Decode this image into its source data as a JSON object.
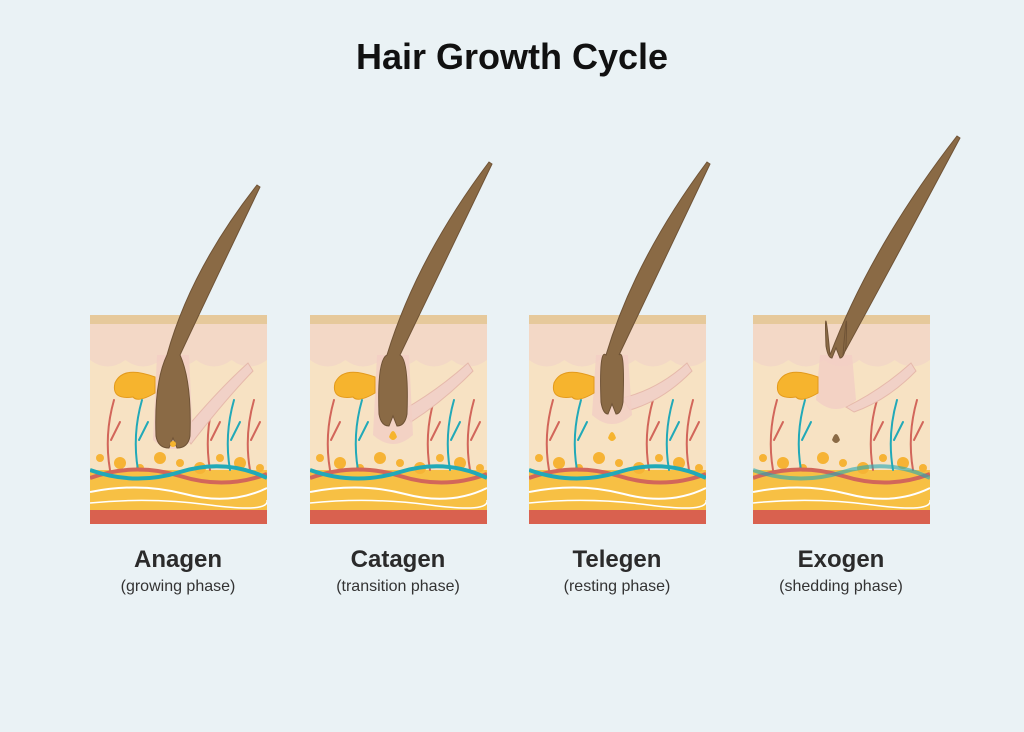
{
  "title": "Hair Growth Cycle",
  "colors": {
    "background": "#eaf2f5",
    "hair": "#8a6a45",
    "hair_outline": "#6f5336",
    "epidermis_top": "#e6c99b",
    "epidermis": "#f3d8c6",
    "dermis": "#f7e2c3",
    "follicle_sheath": "#f2cfc4",
    "sebaceous_gland": "#f6b42e",
    "muscle": "#f1d1c7",
    "vessel_red": "#d2665a",
    "vessel_blue": "#21a9b8",
    "fat_yellow": "#f7c044",
    "fat_cells": "#f6b335",
    "bottom_muscle": "#d9614f",
    "fiber_white": "#ffffff"
  },
  "phases": [
    {
      "name": "Anagen",
      "description": "(growing phase)",
      "stage": 0
    },
    {
      "name": "Catagen",
      "description": "(transition phase)",
      "stage": 1
    },
    {
      "name": "Telegen",
      "description": "(resting phase)",
      "stage": 2
    },
    {
      "name": "Exogen",
      "description": "(shedding phase)",
      "stage": 3
    }
  ]
}
